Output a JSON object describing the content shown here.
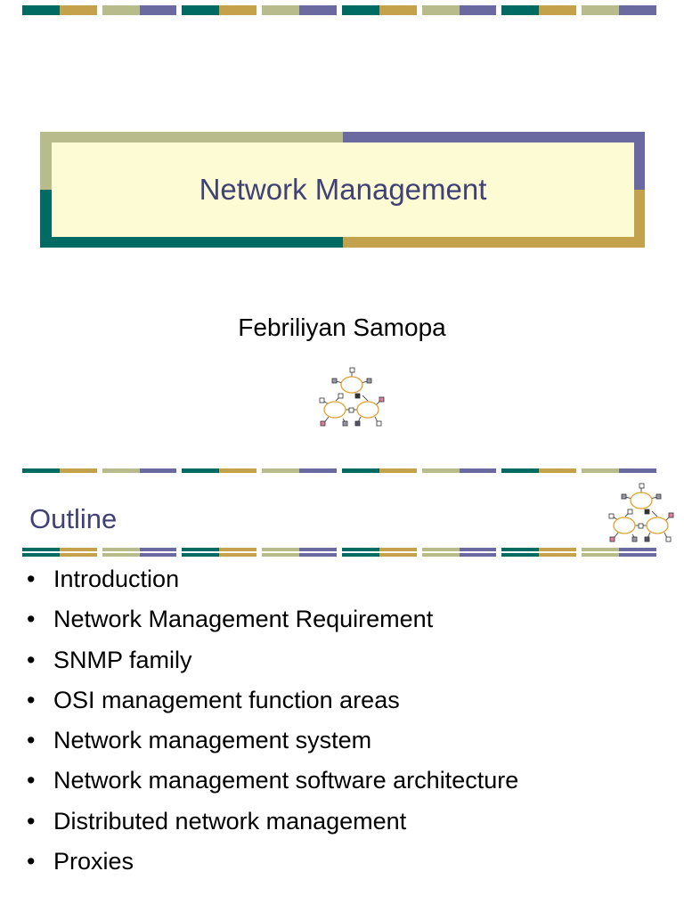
{
  "slide1": {
    "title": "Network Management",
    "author": "Febriliyan Samopa"
  },
  "slide2": {
    "title": "Outline",
    "bullets": [
      "Introduction",
      "Network Management Requirement",
      "SNMP family",
      "OSI management function areas",
      "Network management system",
      "Network management software architecture",
      "Distributed network management",
      "Proxies"
    ]
  },
  "colors": {
    "teal": "#006b63",
    "gold": "#c4a14b",
    "sage": "#b8bb8c",
    "purple": "#6b6aa0",
    "title_fill": "#fdfbd3",
    "title_text": "#3f4177"
  },
  "icons": [
    "network-diagram-icon"
  ]
}
